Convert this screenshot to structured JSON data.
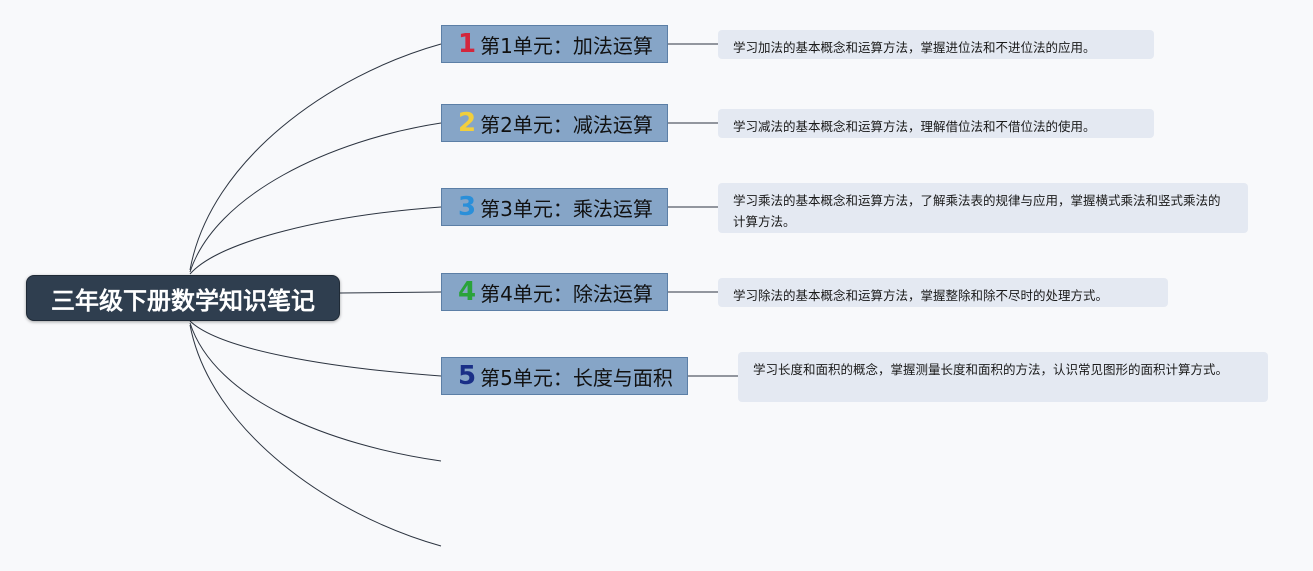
{
  "root": {
    "title": "三年级下册数学知识笔记"
  },
  "units": [
    {
      "number": "1",
      "number_color": "#d3263c",
      "title": "第1单元：加法运算",
      "note": "学习加法的基本概念和运算方法，掌握进位法和不进位法的应用。"
    },
    {
      "number": "2",
      "number_color": "#f2cf3c",
      "title": "第2单元：减法运算",
      "note": "学习减法的基本概念和运算方法，理解借位法和不借位法的使用。"
    },
    {
      "number": "3",
      "number_color": "#2a8fd9",
      "title": "第3单元：乘法运算",
      "note": "学习乘法的基本概念和运算方法，了解乘法表的规律与应用，掌握横式乘法和竖式乘法的计算方法。"
    },
    {
      "number": "4",
      "number_color": "#2aa33a",
      "title": "第4单元：除法运算",
      "note": "学习除法的基本概念和运算方法，掌握整除和除不尽时的处理方式。"
    },
    {
      "number": "5",
      "number_color": "#1a2f87",
      "title": "第5单元：长度与面积",
      "note": "学习长度和面积的概念，掌握测量长度和面积的方法，认识常见图形的面积计算方式。"
    }
  ],
  "colors": {
    "background": "#f8f9fb",
    "root_fill": "#2f3e4f",
    "topic_fill": "#86a5c7",
    "note_fill": "#e4e9f2",
    "connector": "#2c3440"
  }
}
